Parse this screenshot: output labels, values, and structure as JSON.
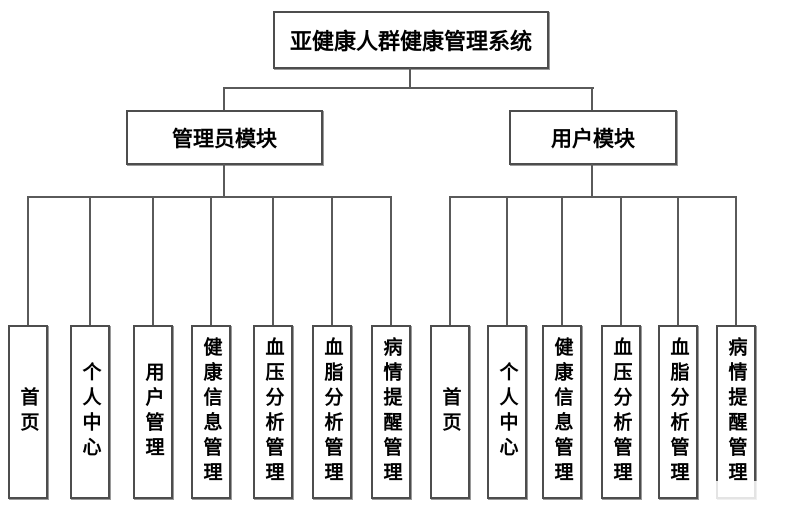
{
  "diagram": {
    "root": {
      "label": "亚健康人群健康管理系统"
    },
    "branches": [
      {
        "label": "管理员模块",
        "children": [
          "首页",
          "个人中心",
          "用户管理",
          "健康信息管理",
          "血压分析管理",
          "血脂分析管理",
          "病情提醒管理"
        ]
      },
      {
        "label": "用户模块",
        "children": [
          "首页",
          "个人中心",
          "健康信息管理",
          "血压分析管理",
          "血脂分析管理",
          "病情提醒管理"
        ]
      }
    ],
    "colors": {
      "background": "#ffffff",
      "box_fill": "#ffffff",
      "box_border": "#4d4d4d",
      "connector_line": "#5a5a5a",
      "text": "#000000"
    }
  }
}
